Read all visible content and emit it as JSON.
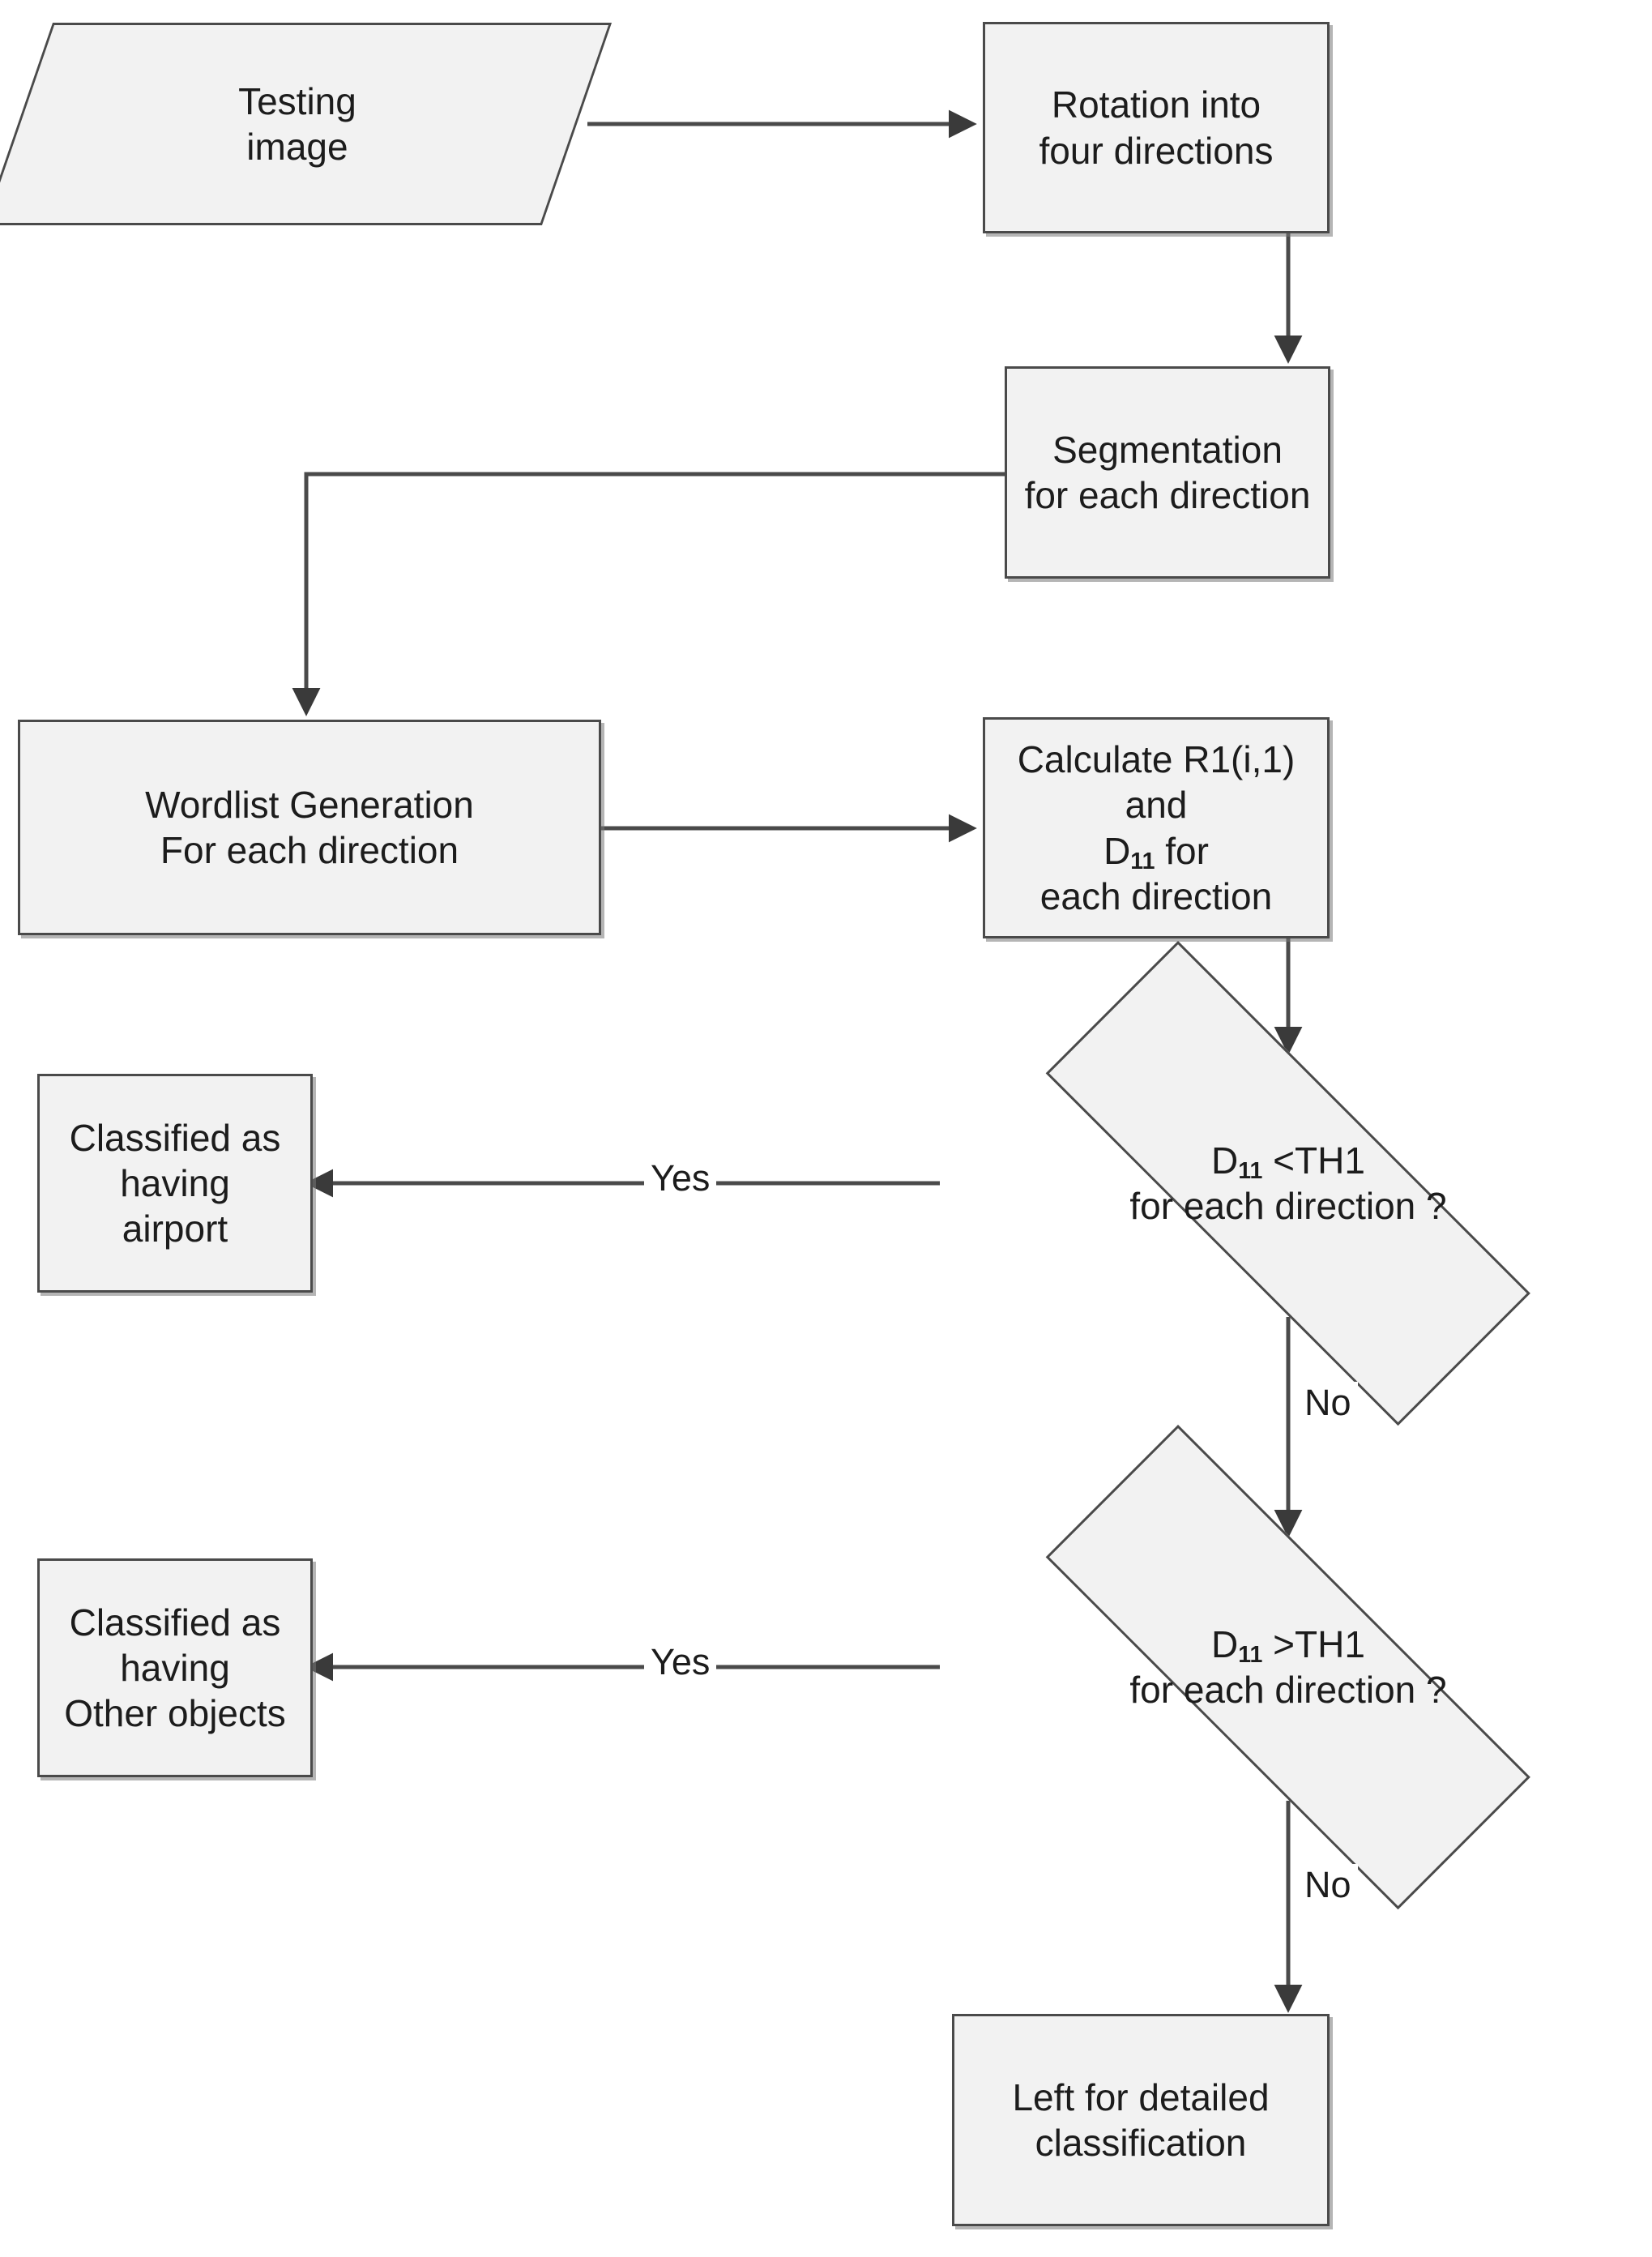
{
  "diagram": {
    "title": "Airport classification flowchart",
    "colors": {
      "node_fill": "#f2f2f2",
      "node_border": "#4a4a4a",
      "edge": "#4a4a4a",
      "text": "#1c1c1c",
      "background": "#ffffff"
    }
  },
  "nodes": {
    "testing_image": {
      "shape": "parallelogram",
      "line1": "Testing",
      "line2": "image"
    },
    "rotation": {
      "shape": "process",
      "line1": "Rotation into",
      "line2": "four directions"
    },
    "segmentation": {
      "shape": "process",
      "line1": "Segmentation",
      "line2": "for each direction"
    },
    "wordlist": {
      "shape": "process",
      "line1": "Wordlist Generation",
      "line2": "For each direction"
    },
    "calculate": {
      "shape": "process",
      "line1": "Calculate R1(i,1) and",
      "line2_prefix": "D",
      "line2_sub": "11",
      "line2_suffix": " for",
      "line3": "each direction"
    },
    "decision1": {
      "shape": "decision",
      "line1_prefix": "D",
      "line1_sub": "11",
      "line1_suffix": "  <TH1",
      "line2": "for each direction ?"
    },
    "decision2": {
      "shape": "decision",
      "line1_prefix": "D",
      "line1_sub": "11",
      "line1_suffix": "  >TH1",
      "line2": "for each direction ?"
    },
    "airport": {
      "shape": "process",
      "line1": "Classified as having",
      "line2": "airport"
    },
    "other_objects": {
      "shape": "process",
      "line1": "Classified as having",
      "line2": "Other objects"
    },
    "detailed": {
      "shape": "process",
      "line1": "Left for detailed",
      "line2": "classification"
    }
  },
  "edge_labels": {
    "yes1": "Yes",
    "no1": "No",
    "yes2": "Yes",
    "no2": "No"
  }
}
